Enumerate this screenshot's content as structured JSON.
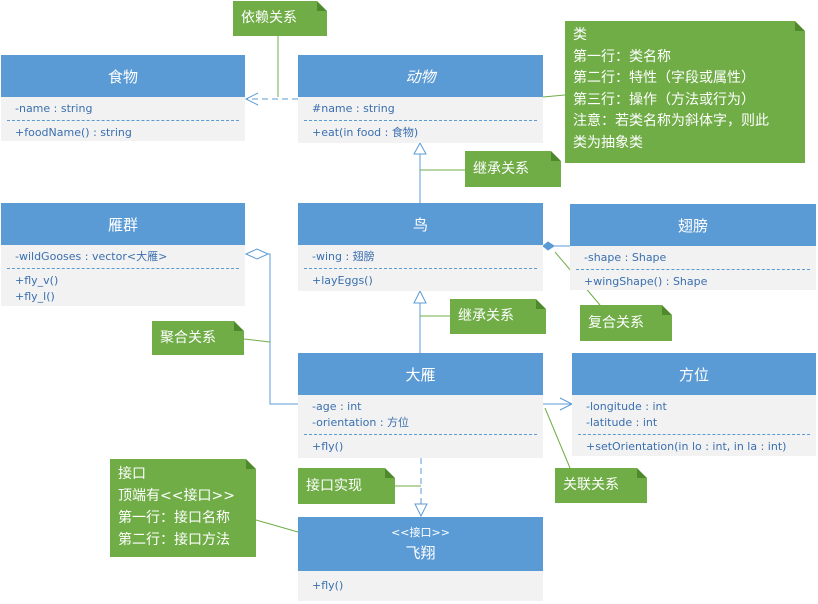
{
  "classes": {
    "food": {
      "name": "食物",
      "attributes": [
        "-name : string"
      ],
      "operations": [
        "+foodName() : string"
      ]
    },
    "animal": {
      "name": "动物",
      "attributes": [
        "#name : string"
      ],
      "operations": [
        "+eat(in food : 食物)"
      ]
    },
    "bird": {
      "name": "鸟",
      "attributes": [
        "-wing : 翅膀"
      ],
      "operations": [
        "+layEggs()"
      ]
    },
    "flock": {
      "name": "雁群",
      "attributes": [
        "-wildGooses : vector<大雁>"
      ],
      "operations": [
        "+fly_v()",
        "+fly_l()"
      ]
    },
    "wing": {
      "name": "翅膀",
      "attributes": [
        "-shape : Shape"
      ],
      "operations": [
        "+wingShape() : Shape"
      ]
    },
    "goose": {
      "name": "大雁",
      "attributes": [
        "-age : int",
        "-orientation : 方位"
      ],
      "operations": [
        "+fly()"
      ]
    },
    "direction": {
      "name": "方位",
      "attributes": [
        "-longitude : int",
        "-latitude : int"
      ],
      "operations": [
        "+setOrientation(in lo : int, in la : int)"
      ]
    },
    "fly_if": {
      "stereotype": "<<接口>>",
      "name": "飞翔",
      "operations": [
        "+fly()"
      ]
    }
  },
  "notes": {
    "dependency": "依赖关系",
    "class_legend": "类\n第一行：类名称\n第二行：特性（字段或属性）\n第三行：操作（方法或行为）\n注意：若类名称为斜体字，则此\n类为抽象类",
    "inherit1": "继承关系",
    "inherit2": "继承关系",
    "composition": "复合关系",
    "aggregation": "聚合关系",
    "realization": "接口实现",
    "association": "关联关系",
    "interface_legend": "接口\n顶端有<<接口>>\n第一行：接口名称\n第二行：接口方法"
  },
  "colors": {
    "class_header": "#5b9bd5",
    "class_body": "#f2f2f2",
    "member_text": "#3a6fb0",
    "note": "#70ad47",
    "connector": "#5b9bd5",
    "note_line": "#70ad47"
  }
}
